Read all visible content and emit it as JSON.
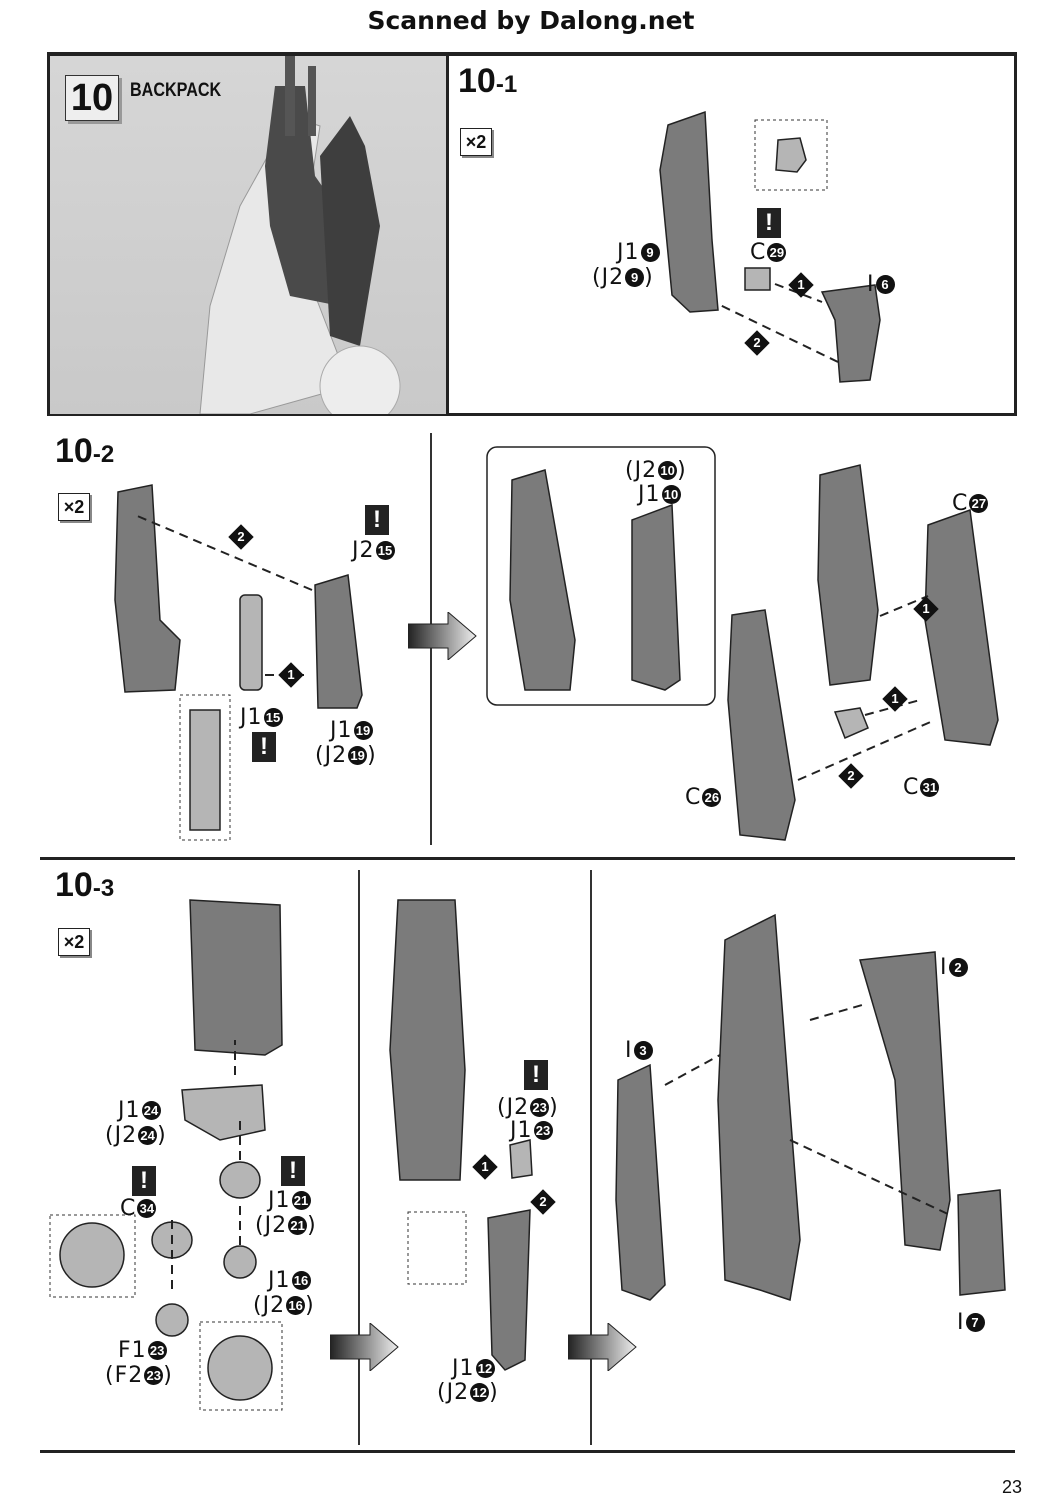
{
  "header": "Scanned by Dalong.net",
  "step": {
    "number": "10",
    "title": "BACKPACK"
  },
  "substeps": [
    {
      "main": "10",
      "sub": "-1",
      "multiplier": "×2"
    },
    {
      "main": "10",
      "sub": "-2",
      "multiplier": "×2"
    },
    {
      "main": "10",
      "sub": "-3",
      "multiplier": "×2"
    }
  ],
  "labels": [
    {
      "part": "J1",
      "num": "9"
    },
    {
      "part": "J2",
      "num": "9",
      "paren": true
    },
    {
      "part": "C",
      "num": "29"
    },
    {
      "part": "I",
      "num": "6"
    },
    {
      "part": "J2",
      "num": "15"
    },
    {
      "part": "J1",
      "num": "15"
    },
    {
      "part": "J1",
      "num": "19"
    },
    {
      "part": "J2",
      "num": "19",
      "paren": true
    },
    {
      "part": "J2",
      "num": "10",
      "paren": true
    },
    {
      "part": "J1",
      "num": "10"
    },
    {
      "part": "C",
      "num": "27"
    },
    {
      "part": "C",
      "num": "26"
    },
    {
      "part": "C",
      "num": "31"
    },
    {
      "part": "J1",
      "num": "24"
    },
    {
      "part": "J2",
      "num": "24",
      "paren": true
    },
    {
      "part": "C",
      "num": "34"
    },
    {
      "part": "J1",
      "num": "21"
    },
    {
      "part": "J2",
      "num": "21",
      "paren": true
    },
    {
      "part": "J1",
      "num": "16"
    },
    {
      "part": "J2",
      "num": "16",
      "paren": true
    },
    {
      "part": "F1",
      "num": "23"
    },
    {
      "part": "F2",
      "num": "23",
      "paren": true
    },
    {
      "part": "J2",
      "num": "23",
      "paren": true
    },
    {
      "part": "J1",
      "num": "23"
    },
    {
      "part": "J1",
      "num": "12"
    },
    {
      "part": "J2",
      "num": "12",
      "paren": true
    },
    {
      "part": "I",
      "num": "3"
    },
    {
      "part": "I",
      "num": "2"
    },
    {
      "part": "I",
      "num": "7"
    }
  ],
  "order_markers": [
    "1",
    "2",
    "2",
    "1",
    "1",
    "1",
    "2",
    "1",
    "2"
  ],
  "warning_symbol": "!",
  "page_number": "23",
  "icons": {
    "warning": "exclamation-box-icon",
    "next": "right-arrow-icon",
    "order": "diamond-number-icon"
  }
}
